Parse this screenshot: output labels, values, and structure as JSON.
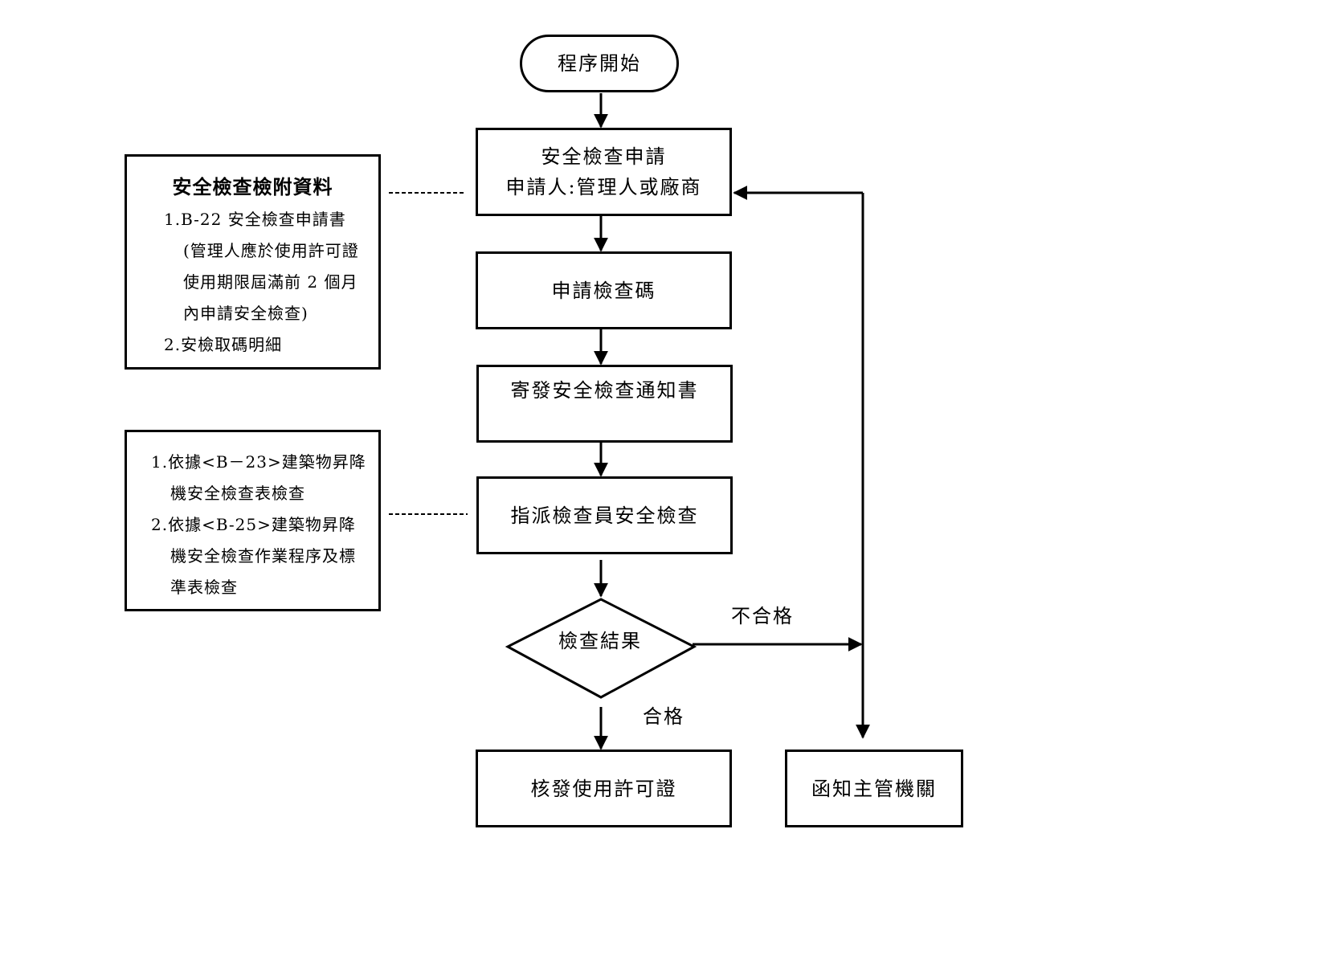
{
  "flow": {
    "start": "程序開始",
    "apply": [
      "安全檢查申請",
      "申請人:管理人或廠商"
    ],
    "code": "申請檢查碼",
    "notice": "寄發安全檢查通知書",
    "assign": "指派檢查員安全檢查",
    "decision": "檢查結果",
    "pass_label": "合格",
    "fail_label": "不合格",
    "issue_permit": "核發使用許可證",
    "notify_authority": "函知主管機關"
  },
  "attachments": {
    "title": "安全檢查檢附資料",
    "items": [
      "1.B-22 安全檢查申請書(管理人應於使用許可證使用期限屆滿前 2 個月內申請安全檢查)",
      "2.安檢取碼明細"
    ]
  },
  "inspection_basis": {
    "items": [
      "1.依據<B－23>建築物昇降機安全檢查表檢查",
      "2.依據<B-25>建築物昇降機安全檢查作業程序及標準表檢查"
    ]
  }
}
